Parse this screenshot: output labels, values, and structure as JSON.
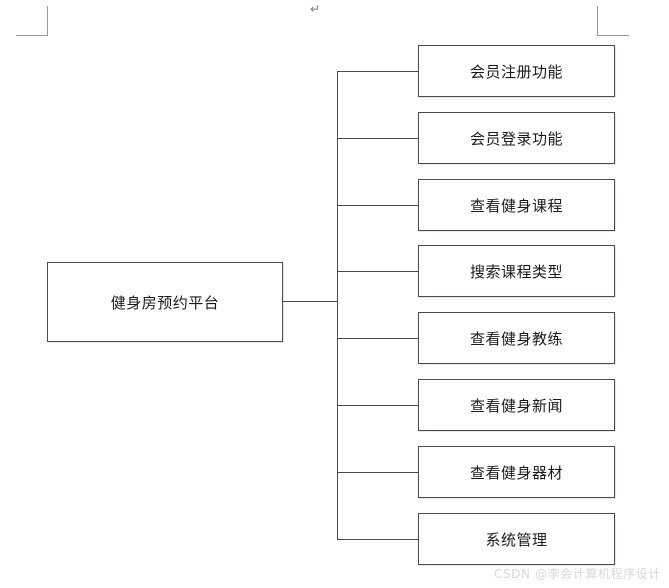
{
  "document": {
    "paragraph_mark": "↵",
    "watermark": "CSDN @李会计算机程序设计"
  },
  "diagram": {
    "type": "tree",
    "orientation": "left-to-right",
    "root": {
      "label": "健身房预约平台"
    },
    "children": [
      {
        "label": "会员注册功能"
      },
      {
        "label": "会员登录功能"
      },
      {
        "label": "查看健身课程"
      },
      {
        "label": "搜索课程类型"
      },
      {
        "label": "查看健身教练"
      },
      {
        "label": "查看健身新闻"
      },
      {
        "label": "查看健身器材"
      },
      {
        "label": "系统管理"
      }
    ],
    "colors": {
      "box_border": "#4b4b52",
      "box_fill": "#ffffff",
      "connector": "#4b4b52",
      "text": "#1a1a1a",
      "margin_mark": "#9a9a9a",
      "watermark": "#d6d8dd",
      "page_background": "#ffffff"
    }
  }
}
